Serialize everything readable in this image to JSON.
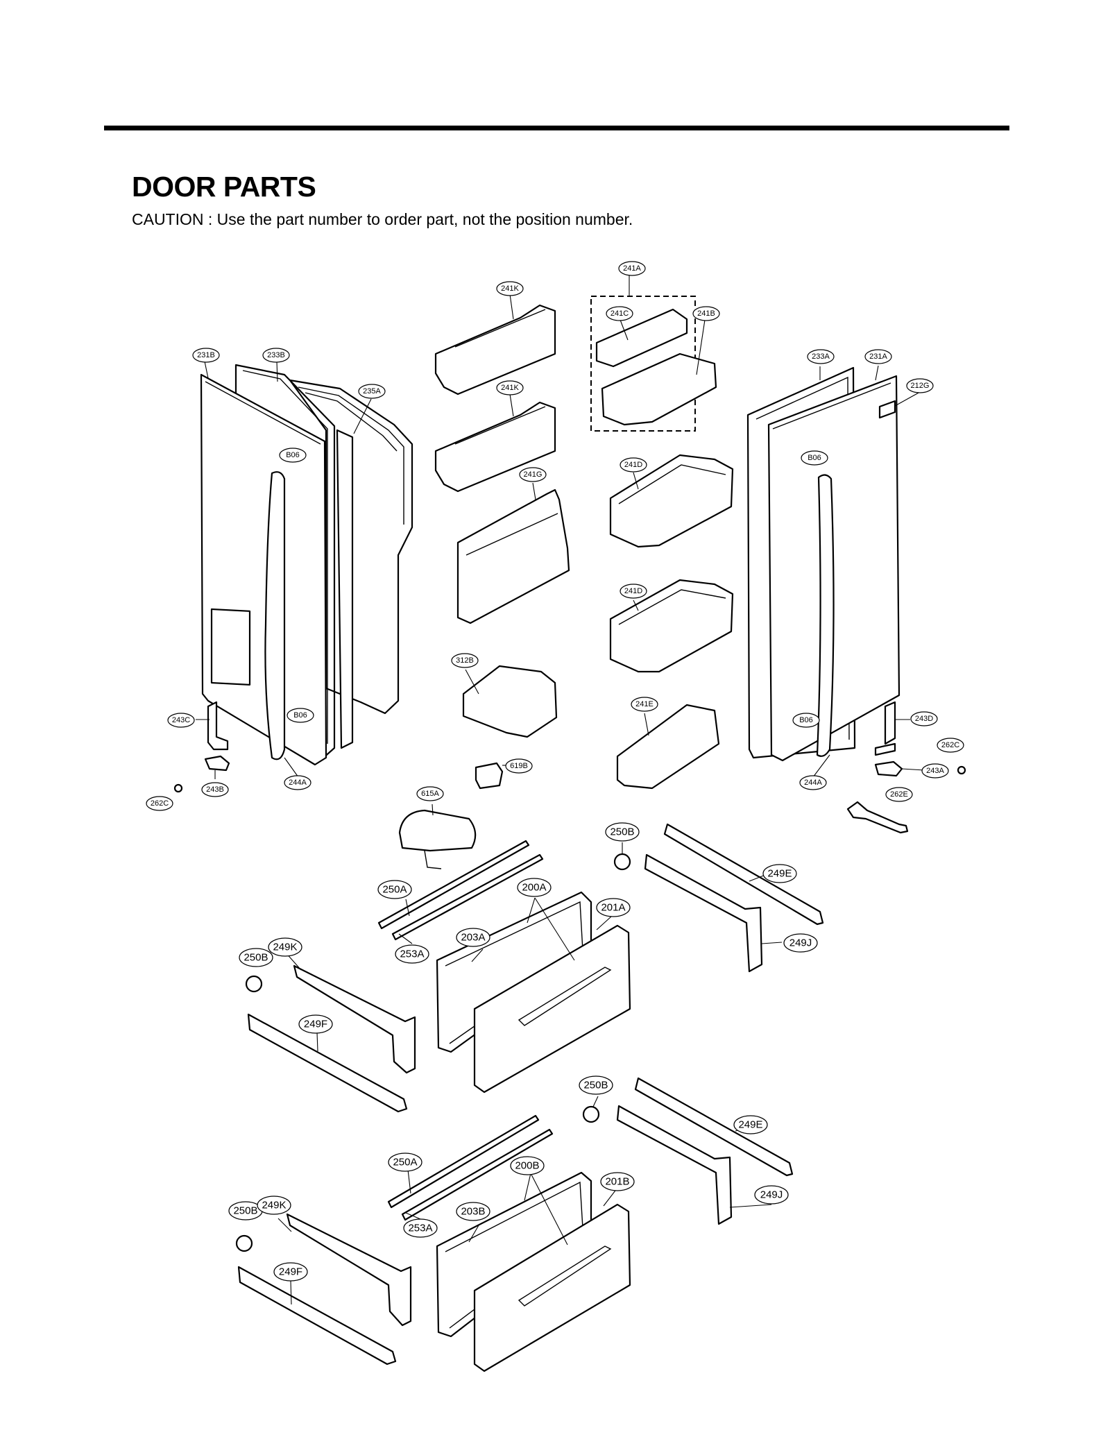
{
  "header": {
    "title": "DOOR PARTS",
    "caution": "CAUTION : Use the part number to order part, not the position number."
  },
  "callouts": [
    {
      "id": "241A"
    },
    {
      "id": "241K"
    },
    {
      "id": "241C"
    },
    {
      "id": "241B"
    },
    {
      "id": "231B"
    },
    {
      "id": "233B"
    },
    {
      "id": "235A"
    },
    {
      "id": "241K"
    },
    {
      "id": "233A"
    },
    {
      "id": "231A"
    },
    {
      "id": "212G"
    },
    {
      "id": "B06"
    },
    {
      "id": "241G"
    },
    {
      "id": "241D"
    },
    {
      "id": "B06"
    },
    {
      "id": "241D"
    },
    {
      "id": "312B"
    },
    {
      "id": "241E"
    },
    {
      "id": "243C"
    },
    {
      "id": "B06"
    },
    {
      "id": "B06"
    },
    {
      "id": "243D"
    },
    {
      "id": "262C"
    },
    {
      "id": "619B"
    },
    {
      "id": "243A"
    },
    {
      "id": "243B"
    },
    {
      "id": "244A"
    },
    {
      "id": "244A"
    },
    {
      "id": "262C"
    },
    {
      "id": "615A"
    },
    {
      "id": "262E"
    },
    {
      "id": "250B"
    },
    {
      "id": "249E"
    },
    {
      "id": "250A"
    },
    {
      "id": "200A"
    },
    {
      "id": "201A"
    },
    {
      "id": "249J"
    },
    {
      "id": "249K"
    },
    {
      "id": "203A"
    },
    {
      "id": "253A"
    },
    {
      "id": "250B"
    },
    {
      "id": "249F"
    },
    {
      "id": "250B"
    },
    {
      "id": "249E"
    },
    {
      "id": "250A"
    },
    {
      "id": "200B"
    },
    {
      "id": "201B"
    },
    {
      "id": "249J"
    },
    {
      "id": "250B"
    },
    {
      "id": "249K"
    },
    {
      "id": "203B"
    },
    {
      "id": "253A"
    },
    {
      "id": "249F"
    }
  ]
}
